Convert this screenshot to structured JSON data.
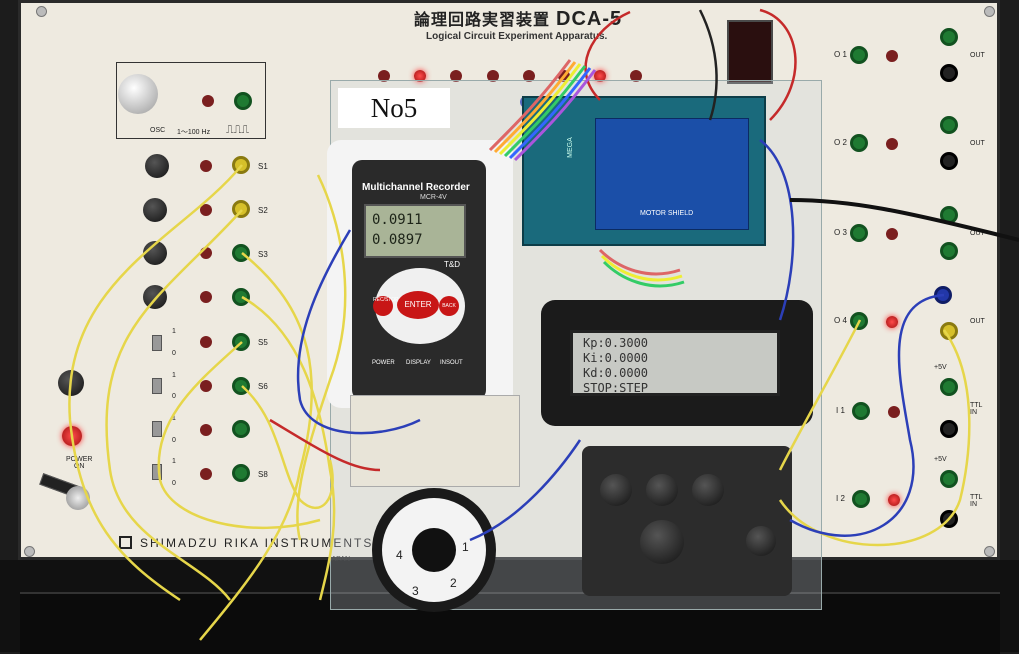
{
  "title_jp": "論理回路実習装置",
  "title_model": "DCA-5",
  "subtitle": "Logical Circuit Experiment Apparatus.",
  "sticker": "No5",
  "osc_label": "OSC",
  "osc_range": "1～100 Hz",
  "switch_labels": [
    "S1",
    "S2",
    "S3",
    "S5",
    "S6",
    "S8"
  ],
  "toggle_marks": [
    "1",
    "0",
    "1",
    "0",
    "1",
    "0",
    "1",
    "0"
  ],
  "power_label": "POWER\nON",
  "maker": "SHIMADZU RIKA INSTRUMENTS CO",
  "maker_sub": "JAPAN",
  "output_labels": [
    "O 1",
    "O 2",
    "O 3",
    "O 4",
    "I 1",
    "I 2"
  ],
  "out_label": "OUT",
  "ttl_in": "TTL\nIN",
  "plus5v": "+5V",
  "recorder": {
    "name": "Multichannel Recorder",
    "model": "MCR-4V",
    "brand": "T&D",
    "readings": [
      "0.0911",
      "0.0897"
    ],
    "enter": "ENTER",
    "rec_stop": "REC/STOP",
    "back": "BACK",
    "buttons": [
      "POWER",
      "DISPLAY",
      "INSOUT"
    ]
  },
  "arduino": {
    "label": "MEGA",
    "shield_label": "MOTOR SHIELD"
  },
  "lcd_lines": [
    "Kp:0.3000",
    "Ki:0.0000",
    "Kd:0.0000",
    "STOP:STEP"
  ],
  "dial_numbers": [
    "1",
    "2",
    "3",
    "4"
  ],
  "colors": {
    "panel": "#eeeae0",
    "acrylic": "#c8d2d7",
    "led_on": "#ff3030",
    "jack_green": "#1f7a32",
    "wire_yellow": "#e6d64a",
    "wire_blue": "#2c3fb8",
    "wire_red": "#c52a2a"
  }
}
